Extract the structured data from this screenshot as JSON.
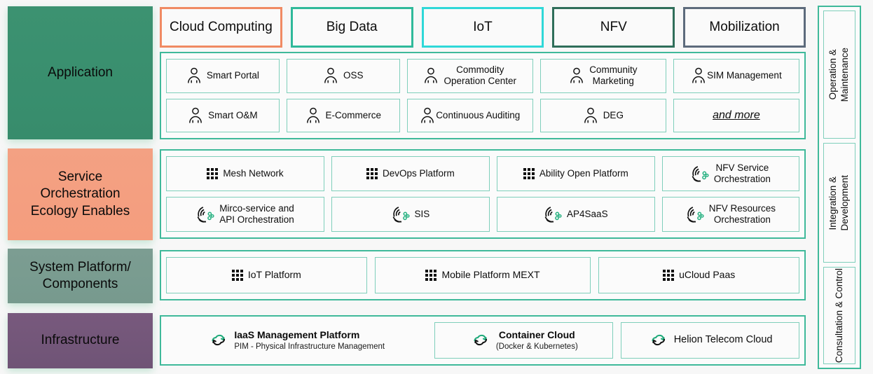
{
  "colors": {
    "teal": "#3fb99a",
    "teal_light": "#7fcfbb",
    "cyan": "#2fd8d8",
    "salmon": "#f08a63",
    "dark_green": "#2f6e5a",
    "slate": "#5d6b7c",
    "layer_application": "#3c9271",
    "layer_service": "#f3a183",
    "layer_system": "#7c9d92",
    "layer_infrastructure": "#78597d",
    "background": "#f7f7f7"
  },
  "tabs": [
    {
      "label": "Cloud Computing",
      "border": "#f08a63"
    },
    {
      "label": "Big Data",
      "border": "#2fb99a"
    },
    {
      "label": "IoT",
      "border": "#2fd8d8"
    },
    {
      "label": "NFV",
      "border": "#2f6e5a"
    },
    {
      "label": "Mobilization",
      "border": "#5d6b7c"
    }
  ],
  "layers": [
    {
      "id": "application",
      "label": "Application",
      "rows": [
        [
          {
            "icon": "person-icon",
            "label": "Smart Portal",
            "flex": 1.62
          },
          {
            "icon": "person-icon",
            "label": "OSS",
            "flex": 1.62
          },
          {
            "icon": "person-icon",
            "label": "Commodity\nOperation Center",
            "flex": 1.82
          },
          {
            "icon": "person-icon",
            "label": "Community\nMarketing",
            "flex": 1.82
          },
          {
            "icon": "person-icon",
            "label": "SIM Management",
            "flex": 1.82,
            "tight": true
          }
        ],
        [
          {
            "icon": "person-icon",
            "label": "Smart O&M",
            "flex": 1.62
          },
          {
            "icon": "person-icon",
            "label": "E-Commerce",
            "flex": 1.62
          },
          {
            "icon": "person-icon",
            "label": "Continuous Auditing",
            "flex": 1.82,
            "tight": true
          },
          {
            "icon": "person-icon",
            "label": "DEG",
            "flex": 1.82
          },
          {
            "icon": "none",
            "label": "and more",
            "flex": 1.82,
            "style": "italic-underline"
          }
        ]
      ]
    },
    {
      "id": "service",
      "label": "Service\nOrchestration\nEcology Enables",
      "rows": [
        [
          {
            "icon": "grid-dots-icon",
            "label": "Mesh Network",
            "flex": 1.0
          },
          {
            "icon": "grid-dots-icon",
            "label": "DevOps Platform",
            "flex": 1.0
          },
          {
            "icon": "grid-dots-icon",
            "label": "Ability Open Platform",
            "flex": 1.0
          },
          {
            "icon": "orchestration-icon",
            "label": "NFV Service\nOrchestration",
            "flex": 0.86
          }
        ],
        [
          {
            "icon": "orchestration-icon",
            "label": "Mirco-service and\nAPI Orchestration",
            "flex": 1.0
          },
          {
            "icon": "orchestration-icon",
            "label": "SIS",
            "flex": 1.0
          },
          {
            "icon": "orchestration-icon",
            "label": "AP4SaaS",
            "flex": 1.0
          },
          {
            "icon": "orchestration-icon",
            "label": "NFV Resources\nOrchestration",
            "flex": 0.86
          }
        ]
      ]
    },
    {
      "id": "system-platform",
      "label": "System Platform/\nComponents",
      "rows": [
        [
          {
            "icon": "grid-dots-icon",
            "label": "IoT Platform",
            "flex": 1.0
          },
          {
            "icon": "grid-dots-icon",
            "label": "Mobile Platform MEXT",
            "flex": 1.08
          },
          {
            "icon": "grid-dots-icon",
            "label": "uCloud Paas",
            "flex": 1.0
          }
        ]
      ]
    },
    {
      "id": "infrastructure",
      "label": "Infrastructure",
      "rows": [
        [
          {
            "icon": "cloud-icon",
            "title": "IaaS Management Platform",
            "subtitle": "PIM - Physical Infrastructure Management",
            "flex": 1.28,
            "bordered": false
          },
          {
            "icon": "cloud-icon",
            "title": "Container Cloud",
            "subtitle": "(Docker & Kubernetes)",
            "flex": 0.86,
            "bordered": true,
            "centered": true
          },
          {
            "icon": "cloud-icon",
            "title": "Helion Telecom Cloud",
            "subtitle": "",
            "flex": 0.86,
            "bordered": true,
            "centered": true
          }
        ]
      ]
    }
  ],
  "side_column": [
    {
      "label": "Operation &\nMaintenance"
    },
    {
      "label": "Integration &\nDevelopment"
    },
    {
      "label": "Consultation & Control"
    }
  ]
}
